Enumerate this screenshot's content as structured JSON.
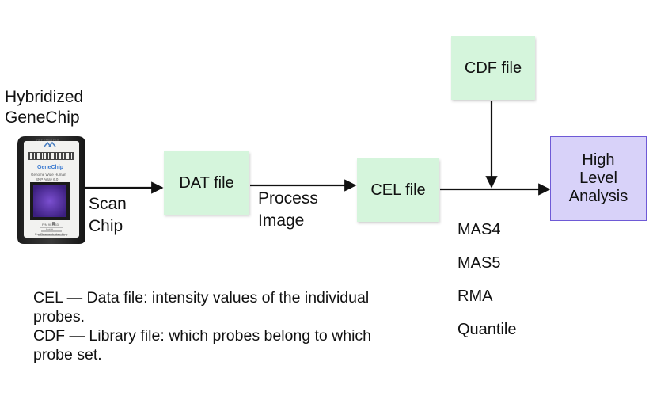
{
  "source_label": [
    "Hybridized",
    "GeneChip"
  ],
  "chip_graphic": {
    "brand": "GeneChip",
    "logo_text": "AFFYMETRIX",
    "fine_print": [
      "Genome Wide Human",
      "SNP Array 6.0",
      "P/N 901153",
      "Lot #",
      "For Research Use Only"
    ]
  },
  "nodes": {
    "dat_file": "DAT file",
    "cel_file": "CEL file",
    "cdf_file": "CDF file",
    "analysis": [
      "High",
      "Level",
      "Analysis"
    ]
  },
  "edges": {
    "scan_chip": [
      "Scan",
      "Chip"
    ],
    "process_image": [
      "Process",
      "Image"
    ]
  },
  "methods": [
    "MAS4",
    "MAS5",
    "RMA",
    "Quantile"
  ],
  "notes": [
    [
      "CEL — Data file: intensity values of the individual",
      "probes."
    ],
    [
      "CDF — Library file: which probes belong to which",
      "probe set."
    ]
  ],
  "colors": {
    "file_box_fill": "#d5f5dc",
    "analysis_box_fill": "#d8d2f9",
    "analysis_box_border": "#6e5ad6",
    "arrow": "#111111"
  }
}
